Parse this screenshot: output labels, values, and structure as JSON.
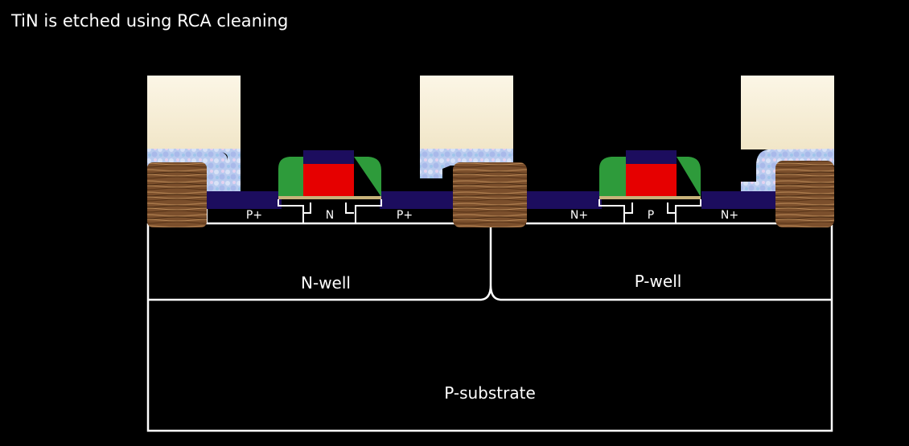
{
  "caption": "TiN is etched using RCA cleaning",
  "labels": {
    "pmos_source": "P+",
    "pmos_channel": "N",
    "pmos_drain": "P+",
    "nmos_source": "N+",
    "nmos_channel": "P",
    "nmos_drain": "N+",
    "n_well": "N-well",
    "p_well": "P-well",
    "substrate": "P-substrate"
  },
  "colors": {
    "background": "#000000",
    "oxide_top": "#f7efd8",
    "oxide_liner": "#b7c9ee",
    "sti_wood": "#7a5030",
    "silicide": "#1c0d5e",
    "spacer": "#2e9b3b",
    "gate_poly": "#e60000",
    "outline": "#ffffff"
  }
}
